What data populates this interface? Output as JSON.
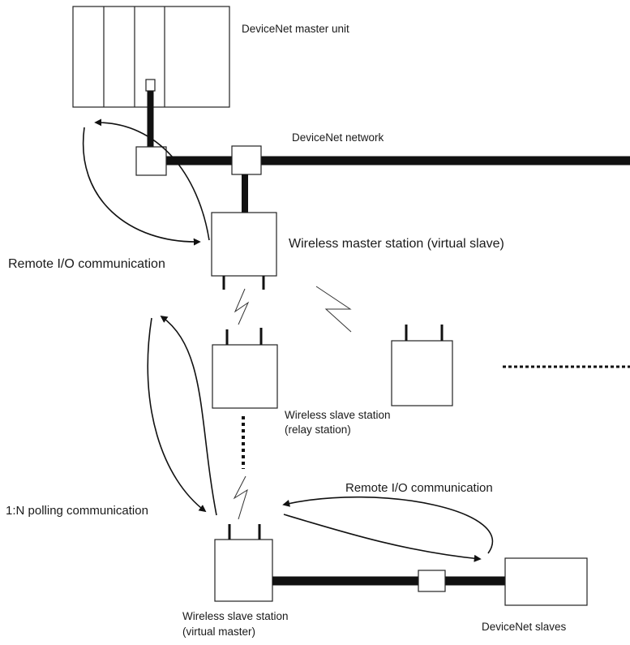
{
  "labels": {
    "master_unit": "DeviceNet master unit",
    "network": "DeviceNet network",
    "wireless_master": "Wireless master station (virtual slave)",
    "remote_io_left": "Remote I/O communication",
    "relay_line1": "Wireless slave station",
    "relay_line2": "(relay station)",
    "polling": "1:N polling communication",
    "remote_io_bottom": "Remote I/O communication",
    "virtual_master_line1": "Wireless slave station",
    "virtual_master_line2": "(virtual master)",
    "devicenet_slaves": "DeviceNet slaves"
  },
  "colors": {
    "line": "#111111",
    "box_fill": "#ffffff"
  }
}
